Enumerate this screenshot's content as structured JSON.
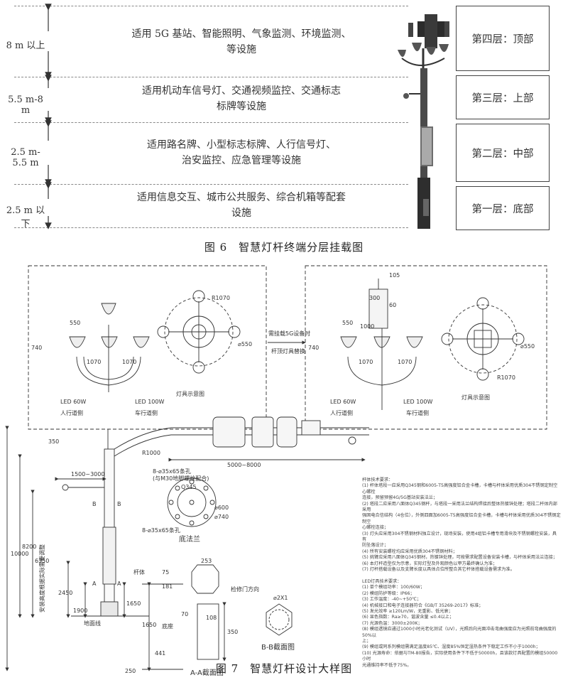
{
  "figure6": {
    "caption": "图 6　智慧灯杆终端分层挂载图",
    "rows": [
      {
        "height": "8 m 以上",
        "desc": [
          "适用 5G 基站、智能照明、气象监测、环境监测、",
          "等设施"
        ],
        "layer": "第四层：顶部"
      },
      {
        "height": "5.5 m-8 m",
        "desc": [
          "适用机动车信号灯、交通视频监控、交通标志",
          "标牌等设施"
        ],
        "layer": "第三层：上部"
      },
      {
        "height": "2.5 m-5.5 m",
        "desc": [
          "适用路名牌、小型标志标牌、人行信号灯、",
          "治安监控、应急管理等设施"
        ],
        "layer": "第二层：中部"
      },
      {
        "height": "2.5 m 以下",
        "desc": [
          "适用信息交互、城市公共服务、综合机箱等配套",
          "设施"
        ],
        "layer": "第一层：底部"
      }
    ]
  },
  "figure7": {
    "caption": "图 7　智慧灯杆设计大样图",
    "left_panel": {
      "dim_550": "550",
      "dim_740": "740",
      "dim_1070": "1070",
      "led_left": "LED 60W",
      "led_right": "LED 100W",
      "side_left": "人行道侧",
      "side_right": "车行道侧",
      "lamp_schematic": "灯具示意图",
      "r1070": "R1070",
      "d550": "⌀550"
    },
    "arrow_note": [
      "需挂载5G设备时",
      "杆顶灯具替换"
    ],
    "right_panel": {
      "dim_105": "105",
      "dim_300": "300",
      "dim_60": "60",
      "dim_1000": "1000",
      "dim_550": "550",
      "dim_740": "740",
      "dim_1070": "1070",
      "led_left": "LED 60W",
      "led_right": "LED 100W",
      "side_left": "人行道侧",
      "side_right": "车行道侧",
      "lamp_schematic": "灯具示意图",
      "r1070": "R1070",
      "d550": "⌀550"
    },
    "pole": {
      "dim_10000": "10000",
      "dim_8200": "8200",
      "dim_6350": "6350",
      "dim_2450": "2450",
      "dim_1900": "1900",
      "dim_1650": "1650",
      "dim_250": "250",
      "dim_350": "350",
      "dim_arm": "5000~8000",
      "dim_1500": "1500~3000",
      "r1000": "R1000",
      "sec_b": "B",
      "sec_a": "A",
      "vertical_note": "安装高度根据实际需要调整",
      "ground": "地面线"
    },
    "flange": {
      "bolt_top": "8-⌀35x65条孔",
      "bolt_note": "(与M30地脚螺栓配合)",
      "q345": "Q345",
      "bolt_bottom": "8-⌀35x65条孔",
      "d600": "⌀600",
      "d740": "⌀740",
      "title": "底法兰"
    },
    "section_aa": {
      "pole_label": "杆体",
      "d75": "75",
      "d181": "181",
      "d70": "70",
      "d108": "108",
      "d350": "350",
      "d1650": "1650",
      "d441": "441",
      "d253": "253",
      "base": "底座",
      "door": "检修门方向",
      "title": "A-A截面图"
    },
    "section_bb": {
      "d": "⌀2X1",
      "title": "B-B截面图"
    },
    "notes": [
      "杆体技术要求：",
      "(1) 杆体塔段一应采用Q345钢和6005-T5高强度铝合金卡槽，卡槽与杆体采用优质304不锈钢定制空心螺栓",
      "连接，预留预留4G/5G基站安装法兰；",
      "(2) 塔段二应采用八面体Q345钢杆，与塔段一采用法兰结构焊接后整体热镀锌处理；塔段二杆体内部采用",
      "强固电合信结构（4仓位），外侧四面加6005-T5高强度铝合金卡槽，卡槽与杆体采用优质304不锈钢定制空",
      "心螺栓连接；",
      "(3) 灯头应采用304不锈钢材料独立设计，现场安装，使用4组铝卡槽专用滑块及不锈钢螺栓安装，具有",
      "防坠落设计；",
      "(4) 所有安装螺栓均应采用优质304不锈钢材料；",
      "(5) 挑臂应采用八面体Q345钢材，热镀锌处理，可按需求配置设备安装卡槽，与杆体采用法兰连接；",
      "(6) 本灯杆造型仅为示意，实际灯型及外观颜色以甲方最终确认为准；",
      "(7) 灯杆搭载设备以及支臂长度以具体点位所整合其它杆体搭载设备需求为准。",
      "",
      "LED灯具技术要求：",
      "(1) 单个模组功率：100/60W；",
      "(2) 模组防护等级：IP66；",
      "(3) 工作温度：-40~+50℃；",
      "(4) 机械接口和电子连接器符合《GB/T 35269-2017》标准；",
      "(5) 发光效率 ≥120Lm/W，无重影、低光衰；",
      "(6) 显色指数：Ra≥70，谐波含量 ≤0.4以上；",
      "(7) 光源色温：3000±200K；",
      "(8) 模组透镜应通过1000小时光老化测试（UV），光照后向光面冲击弯曲强度应为光照前弯曲强度的50%以",
      "上；",
      "(9) 模组或同系列模组需满足温度85℃、湿度85%恒定湿热条件下稳定工作不小于1000h；",
      "(10) 光源寿命：依据与TM-80报告，实际使用条件下不低于50000h，且该款灯具配置的模组50000小时",
      "光通维持率不低于75%。"
    ]
  }
}
